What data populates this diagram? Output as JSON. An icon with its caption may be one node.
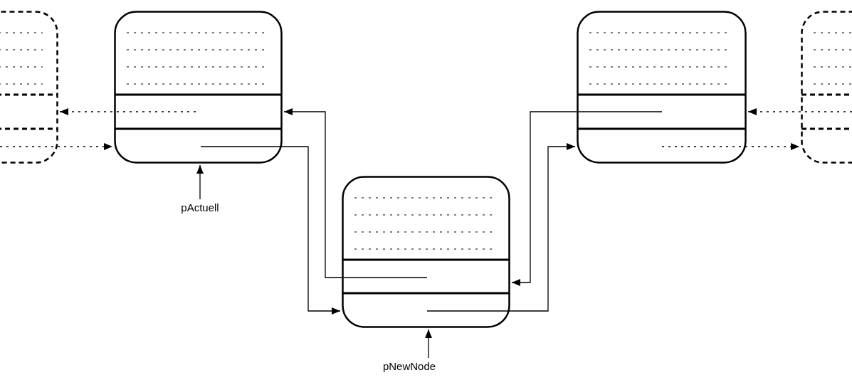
{
  "diagram": {
    "nodes": [
      {
        "text": [],
        "shape": "box"
      },
      {
        "text": [],
        "shape": "box"
      },
      {
        "text": [],
        "shape": "box"
      },
      {
        "text": [],
        "shape": "box"
      },
      {
        "text": [],
        "shape": "box"
      },
      {
        "text": [
          "pActuell"
        ]
      },
      {
        "text": [
          "pNewNode"
        ]
      }
    ],
    "edges": [
      {
        "from": 1,
        "to": 0,
        "arrow": "to",
        "style": "dashed"
      },
      {
        "from": 0,
        "to": 1,
        "arrow": "to",
        "style": "dashed"
      },
      {
        "from": 1,
        "to": 3,
        "arrow": "to"
      },
      {
        "from": 3,
        "to": 1,
        "arrow": "to"
      },
      {
        "from": 2,
        "to": 3,
        "arrow": "to"
      },
      {
        "from": 3,
        "to": 2,
        "arrow": "to"
      },
      {
        "from": 2,
        "to": 4,
        "arrow": "to",
        "style": "dashed"
      },
      {
        "from": 4,
        "to": 2,
        "arrow": "to",
        "style": "dashed"
      },
      {
        "from": 5,
        "to": 1,
        "arrow": "to"
      },
      {
        "from": 6,
        "to": 3,
        "arrow": "to"
      }
    ]
  }
}
